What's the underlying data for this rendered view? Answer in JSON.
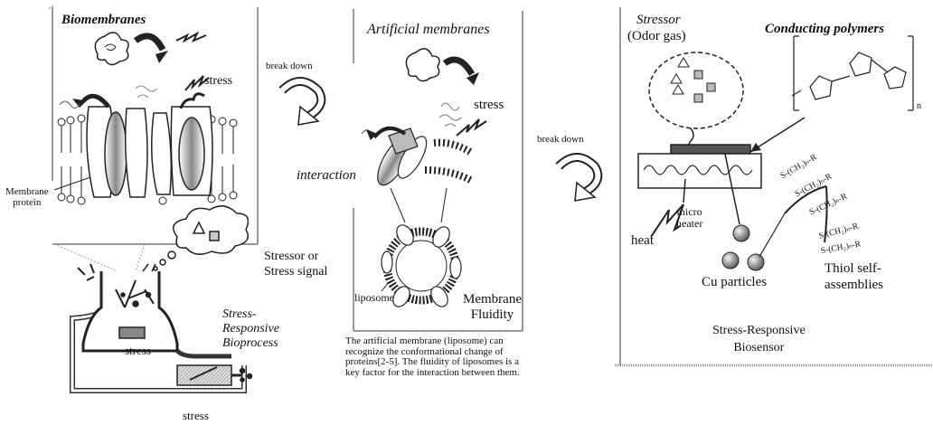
{
  "panels": {
    "bio": {
      "title": "Biomembranes",
      "stress": "stress",
      "membrane_protein": "Membrane\nprotein",
      "stressor_signal": "Stressor or\nStress signal",
      "bioprocess": "Stress-\nResponsive\nBioprocess",
      "stress_inner": "stress",
      "stress_bottom": "stress"
    },
    "artificial": {
      "title": "Artificial membranes",
      "stress": "stress",
      "interaction": "interaction",
      "liposome": "liposome",
      "fluidity": "Membrane\nFluidity",
      "caption": "The artificial membrane (liposome) can recognize the conformational change of proteins[2-5]. The fluidity of liposomes is a key factor for the interaction between them."
    },
    "sensor": {
      "stressor_title": "Stressor",
      "odor_gas": "(Odor gas)",
      "polymers_title": "Conducting polymers",
      "subscript_n": "n",
      "heat": "heat",
      "micro_heater": "micro\nheater",
      "cu_particles": "Cu particles",
      "thiol": "Thiol self-\nassemblies",
      "biosensor": "Stress-Responsive\nBiosensor",
      "thiol_chains": [
        "S-(CH₂)ₙ-R",
        "S-(CH₂)ₙ-R",
        "S-(CH₂)ₙ-R",
        "S-(CH₂)ₙ-R",
        "S-(CH₂)ₙ-R"
      ]
    }
  },
  "arrows": {
    "break_down_1": "break down",
    "break_down_2": "break down"
  }
}
